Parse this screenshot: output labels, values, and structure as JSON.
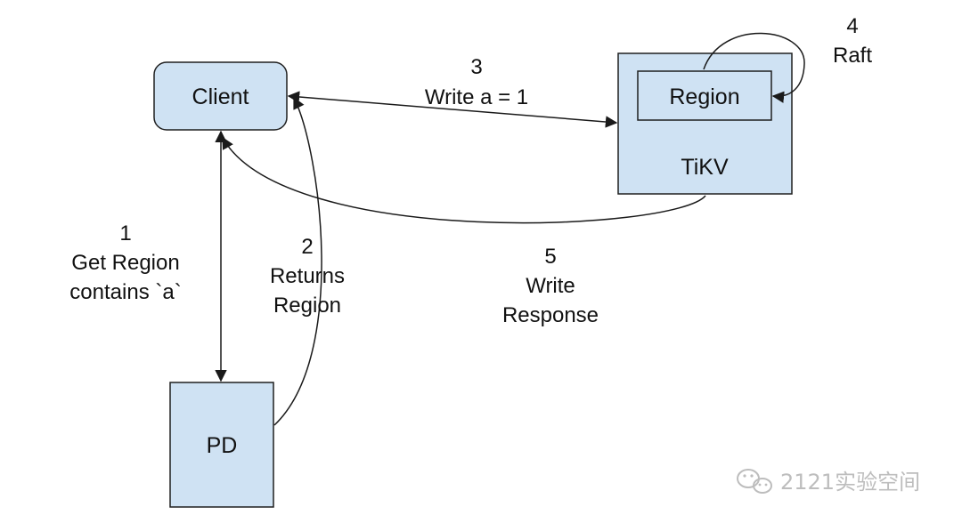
{
  "nodes": {
    "client": "Client",
    "pd": "PD",
    "tikv": "TiKV",
    "region": "Region"
  },
  "steps": [
    {
      "number": "1",
      "lines": [
        "Get Region",
        "contains `a`"
      ]
    },
    {
      "number": "2",
      "lines": [
        "Returns",
        "Region"
      ]
    },
    {
      "number": "3",
      "lines": [
        "Write a = 1"
      ]
    },
    {
      "number": "4",
      "lines": [
        "Raft"
      ]
    },
    {
      "number": "5",
      "lines": [
        "Write",
        "Response"
      ]
    }
  ],
  "watermark": {
    "text": "2121实验空间",
    "icon": "wechat-icon"
  }
}
